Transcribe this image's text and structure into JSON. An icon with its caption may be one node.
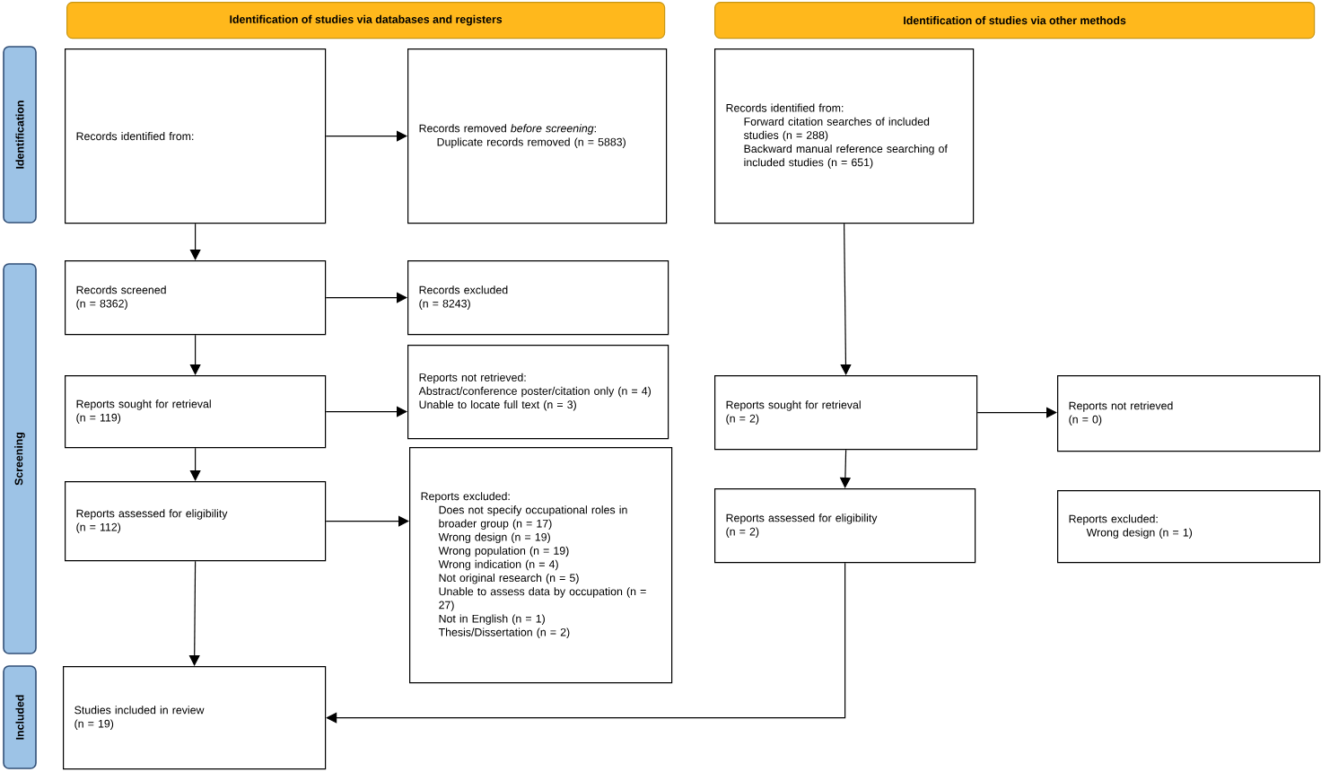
{
  "diagram": {
    "nodes": [
      {
        "text": [
          "Identification of studies via databases and registers"
        ]
      },
      {
        "text": [
          "Identification of studies via other methods"
        ]
      },
      {
        "text": [
          "Identification"
        ]
      },
      {
        "text": [
          "Screening"
        ]
      },
      {
        "text": [
          "Included"
        ]
      },
      {
        "text": [
          "Records identified from:"
        ]
      },
      {
        "text": [
          "Records removed *before screening*:",
          "Duplicate records removed (n = 5883)"
        ]
      },
      {
        "text": [
          "Records identified from:",
          "Forward citation searches of included studies (n = 288)",
          "Backward manual reference searching of included studies (n = 651)"
        ]
      },
      {
        "text": [
          "Records screened",
          "(n = 8362)"
        ]
      },
      {
        "text": [
          "Records excluded",
          "(n = 8243)"
        ]
      },
      {
        "text": [
          "Reports sought for retrieval",
          "(n = 119)"
        ]
      },
      {
        "text": [
          "Reports not retrieved:",
          "Abstract/conference poster/citation only (n = 4)",
          "Unable to locate full text (n = 3)"
        ]
      },
      {
        "text": [
          "Reports sought for retrieval",
          "(n = 2)"
        ]
      },
      {
        "text": [
          "Reports not retrieved",
          "(n = 0)"
        ]
      },
      {
        "text": [
          "Reports assessed for eligibility",
          "(n = 112)"
        ]
      },
      {
        "text": [
          "Reports excluded:",
          "Does not specify occupational roles in broader group (n = 17)",
          "Wrong design (n = 19)",
          "Wrong population (n = 19)",
          "Wrong indication (n = 4)",
          "Not original research (n = 5)",
          "Unable to assess data by occupation (n = 27)",
          "Not in English (n = 1)",
          "Thesis/Dissertation (n = 2)"
        ]
      },
      {
        "text": [
          "Reports assessed for eligibility",
          "(n = 2)"
        ]
      },
      {
        "text": [
          "Reports excluded:",
          "Wrong design (n = 1)"
        ]
      },
      {
        "text": [
          "Studies included in review",
          "(n = 19)"
        ]
      }
    ],
    "edges": [
      {
        "from": 5,
        "to": 6,
        "arrow": "to"
      },
      {
        "from": 5,
        "to": 8,
        "arrow": "to"
      },
      {
        "from": 8,
        "to": 9,
        "arrow": "to"
      },
      {
        "from": 8,
        "to": 10,
        "arrow": "to"
      },
      {
        "from": 10,
        "to": 11,
        "arrow": "to"
      },
      {
        "from": 10,
        "to": 14,
        "arrow": "to"
      },
      {
        "from": 14,
        "to": 15,
        "arrow": "to"
      },
      {
        "from": 14,
        "to": 18,
        "arrow": "to"
      },
      {
        "from": 7,
        "to": 12,
        "arrow": "to"
      },
      {
        "from": 12,
        "to": 13,
        "arrow": "to"
      },
      {
        "from": 12,
        "to": 16,
        "arrow": "to"
      },
      {
        "from": 16,
        "to": 18,
        "arrow": "to"
      }
    ]
  }
}
